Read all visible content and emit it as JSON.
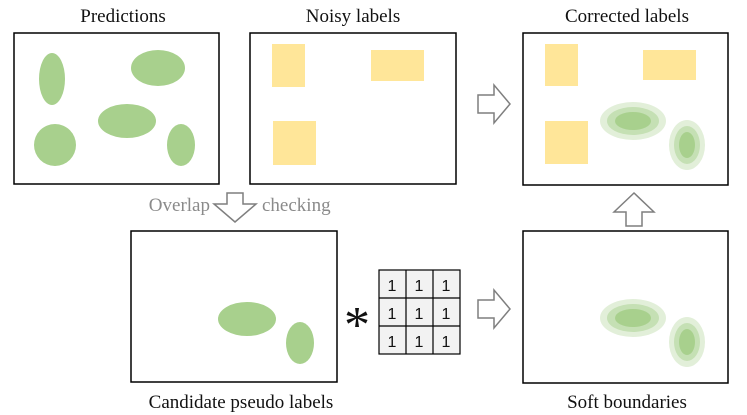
{
  "labels": {
    "predictions": "Predictions",
    "noisy": "Noisy labels",
    "corrected": "Corrected labels",
    "candidate": "Candidate pseudo labels",
    "soft": "Soft boundaries",
    "overlap_left": "Overlap",
    "overlap_right": "checking",
    "convolution": "*"
  },
  "kernel": {
    "cells": [
      "1",
      "1",
      "1",
      "1",
      "1",
      "1",
      "1",
      "1",
      "1"
    ]
  },
  "colors": {
    "prediction_green": "#a8d08d",
    "label_yellow": "#ffe699",
    "soft_outer": "#e2efd9",
    "soft_mid": "#c5e0b4",
    "soft_inner": "#a8d08d",
    "arrow_stroke": "#7f7f7f",
    "kernel_fill": "#f2f2f2"
  }
}
